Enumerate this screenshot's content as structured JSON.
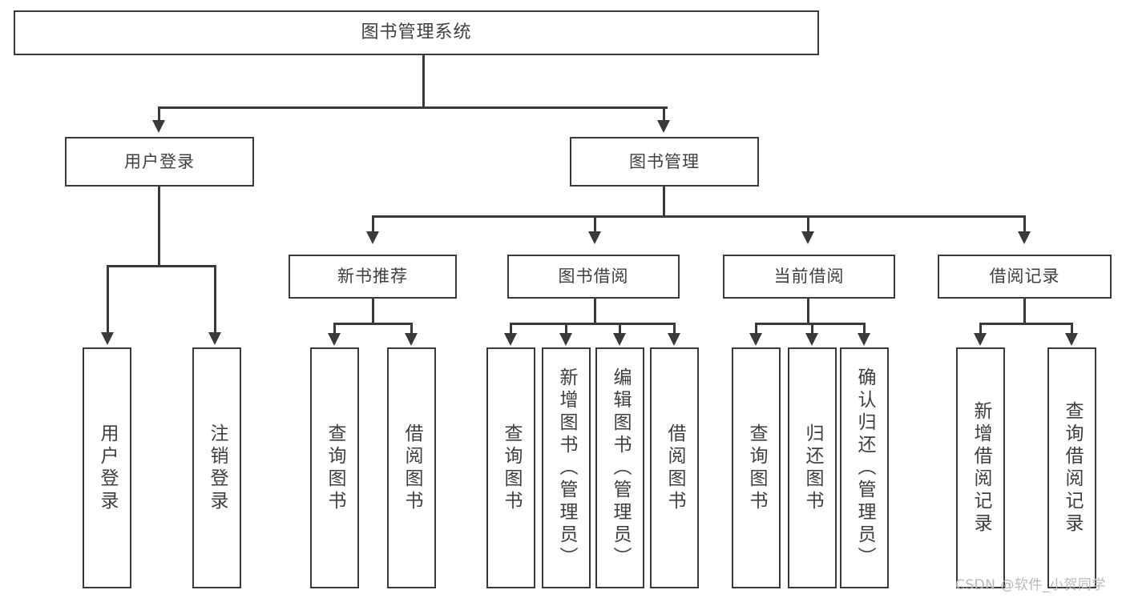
{
  "diagram": {
    "title": "图书管理系统",
    "type": "tree-hierarchy-diagram",
    "watermark": "CSDN @软件_小贺同学",
    "root": {
      "label": "图书管理系统"
    },
    "level2": [
      {
        "label": "用户登录"
      },
      {
        "label": "图书管理"
      }
    ],
    "level3": [
      {
        "label": "新书推荐"
      },
      {
        "label": "图书借阅"
      },
      {
        "label": "当前借阅"
      },
      {
        "label": "借阅记录"
      }
    ],
    "leaves": {
      "user_login": [
        {
          "label": "用户登录"
        },
        {
          "label": "注销登录"
        }
      ],
      "new_book_recommend": [
        {
          "label": "查询图书"
        },
        {
          "label": "借阅图书"
        }
      ],
      "book_borrow": [
        {
          "label": "查询图书"
        },
        {
          "label": "新增图书（管理员）"
        },
        {
          "label": "编辑图书（管理员）"
        },
        {
          "label": "借阅图书"
        }
      ],
      "current_borrow": [
        {
          "label": "查询图书"
        },
        {
          "label": "归还图书"
        },
        {
          "label": "确认归还（管理员）"
        }
      ],
      "borrow_record": [
        {
          "label": "新增借阅记录"
        },
        {
          "label": "查询借阅记录"
        }
      ]
    },
    "colors": {
      "stroke": "#3a3a3a",
      "text": "#3f3f3f",
      "background": "#ffffff",
      "watermark": "#b9b9b9"
    }
  }
}
